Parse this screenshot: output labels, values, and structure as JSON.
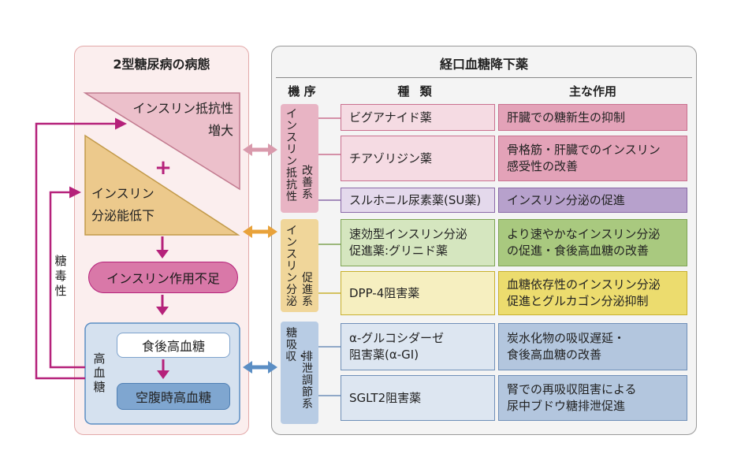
{
  "left_panel": {
    "title": "2型糖尿病の病態",
    "insulin_resistance": [
      "インスリン抵抗性",
      "増大"
    ],
    "plus": "+",
    "secretion_decline": [
      "インスリン",
      "分泌能低下"
    ],
    "action_deficiency": "インスリン作用不足",
    "glucotoxicity": "糖毒性",
    "hyperglycemia_label": "高血糖",
    "postprandial": "食後高血糖",
    "fasting": "空腹時高血糖"
  },
  "right_panel": {
    "title": "経口血糖降下薬",
    "headers": {
      "mechanism": "機 序",
      "type": "種 類",
      "effect": "主な作用"
    },
    "groups": [
      {
        "label_main": "インスリン抵抗性",
        "label_sub": "改善系",
        "color": "#e8b4c4"
      },
      {
        "label_main": "インスリン分泌",
        "label_sub": "促進系",
        "color": "#f0d69a"
      },
      {
        "label_main": "糖吸収・",
        "label_sub": "排泄調節系",
        "color": "#b8cce4"
      }
    ],
    "drugs": [
      {
        "type": [
          "ビグアナイド薬"
        ],
        "effect": [
          "肝臓での糖新生の抑制"
        ],
        "type_bg": "#f5dbe3",
        "border": "#c9708f",
        "effect_bg": "#e3a2b8"
      },
      {
        "type": [
          "チアゾリジン薬"
        ],
        "effect": [
          "骨格筋・肝臓でのインスリン",
          "感受性の改善"
        ],
        "type_bg": "#f5dbe3",
        "border": "#c9708f",
        "effect_bg": "#e3a2b8"
      },
      {
        "type": [
          "スルホニル尿素薬(SU薬)"
        ],
        "effect": [
          "インスリン分泌の促進"
        ],
        "type_bg": "#e4d9ec",
        "border": "#8a6aa8",
        "effect_bg": "#b7a1cc"
      },
      {
        "type": [
          "速効型インスリン分泌",
          "促進薬:グリニド薬"
        ],
        "effect": [
          "より速やかなインスリン分泌",
          "の促進・食後高血糖の改善"
        ],
        "type_bg": "#d5e6bf",
        "border": "#7ea454",
        "effect_bg": "#a9c97f"
      },
      {
        "type": [
          "DPP-4阻害薬"
        ],
        "effect": [
          "血糖依存性のインスリン分泌",
          "促進とグルカゴン分泌抑制"
        ],
        "type_bg": "#f6efc0",
        "border": "#c8b02e",
        "effect_bg": "#ecdc6e"
      },
      {
        "type": [
          "α-グルコシダーゼ",
          "阻害薬(α-GI)"
        ],
        "effect": [
          "炭水化物の吸収遅延・",
          "食後高血糖の改善"
        ],
        "type_bg": "#dde6f1",
        "border": "#6f8fb8",
        "effect_bg": "#b3c6de"
      },
      {
        "type": [
          "SGLT2阻害薬"
        ],
        "effect": [
          "腎での再吸収阻害による",
          "尿中ブドウ糖排泄促進"
        ],
        "type_bg": "#dde6f1",
        "border": "#6f8fb8",
        "effect_bg": "#b3c6de"
      }
    ]
  },
  "colors": {
    "magenta_arrow": "#b5217a",
    "pink_arrow": "#d99aac",
    "orange_arrow": "#e8a23a",
    "blue_arrow": "#5b8ec4",
    "left_bg": "#fbeeee",
    "left_border": "#e3a9a9",
    "right_bg": "#f4f4f4",
    "right_border": "#999999"
  }
}
